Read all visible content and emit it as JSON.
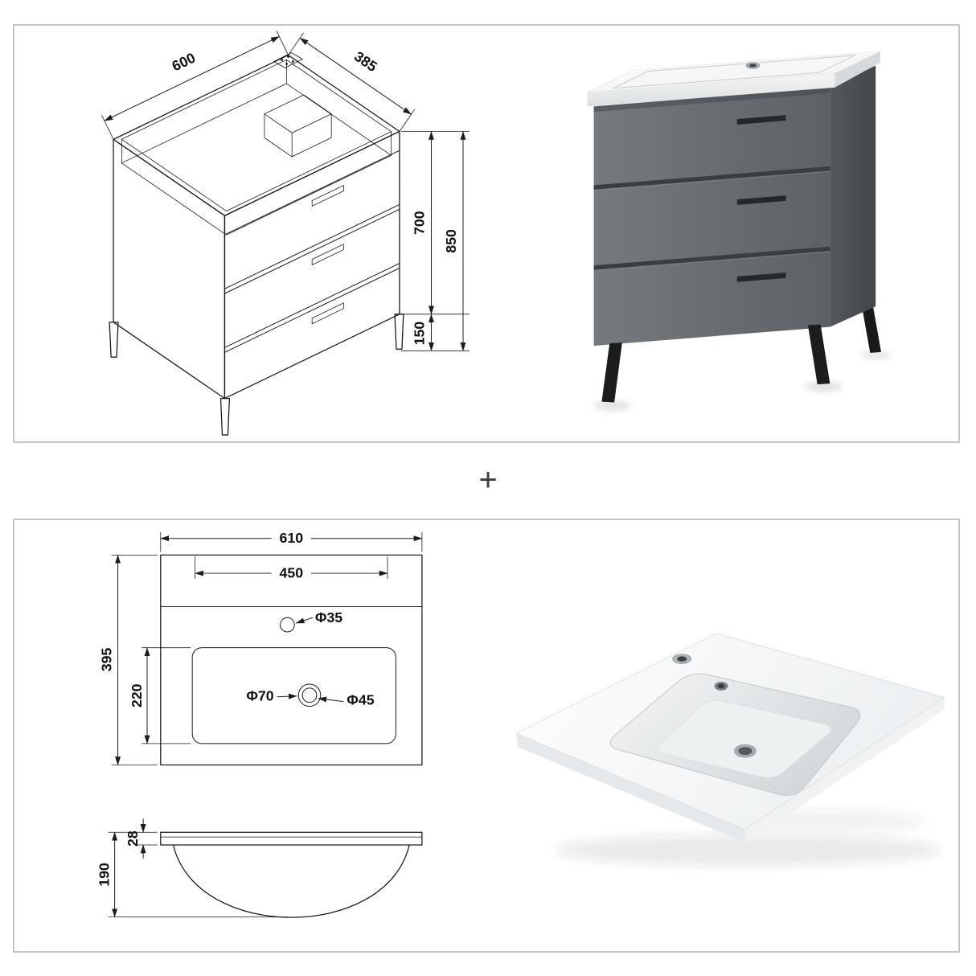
{
  "separator": {
    "plus": "+"
  },
  "vanity_diagram": {
    "width": "600",
    "depth": "385",
    "body_height": "700",
    "total_height": "850",
    "leg_height": "150"
  },
  "basin_top_view": {
    "outer_width": "610",
    "inner_width": "450",
    "faucet_hole": "Φ35",
    "overflow_ring": "Φ70",
    "drain_hole": "Φ45",
    "outer_depth": "395",
    "bowl_depth": "220"
  },
  "basin_side_view": {
    "total_height": "190",
    "rim_thickness": "28"
  }
}
